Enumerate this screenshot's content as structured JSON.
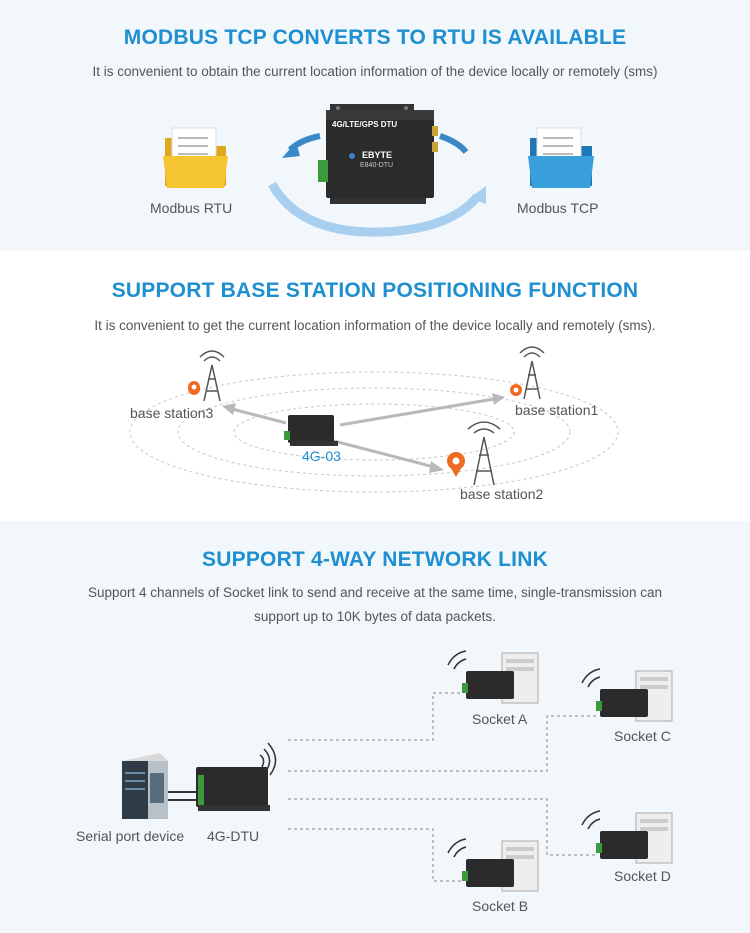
{
  "modbus": {
    "title": "MODBUS TCP CONVERTS TO RTU IS AVAILABLE",
    "subtitle": "It is convenient to obtain the current location information of the device locally or remotely (sms)",
    "left_label": "Modbus RTU",
    "right_label": "Modbus TCP",
    "device_line1": "4G/LTE/GPS DTU",
    "device_brand": "EBYTE",
    "device_model": "E840-DTU"
  },
  "positioning": {
    "title": "SUPPORT BASE STATION POSITIONING FUNCTION",
    "subtitle": "It is convenient to get the current location information of the device locally and remotely (sms).",
    "station1": "base station1",
    "station2": "base station2",
    "station3": "base station3",
    "device_label": "4G-03"
  },
  "network": {
    "title": "SUPPORT 4-WAY NETWORK LINK",
    "subtitle_line1": "Support 4 channels of Socket link to send and receive at the same time, single-transmission can",
    "subtitle_line2": "support up to 10K bytes of data packets.",
    "socket_a": "Socket A",
    "socket_b": "Socket B",
    "socket_c": "Socket C",
    "socket_d": "Socket D",
    "serial_device": "Serial port device",
    "dtu": "4G-DTU"
  },
  "colors": {
    "accent": "#1e8fd0",
    "pin": "#ef6a22",
    "folder_yellow": "#f4c531",
    "folder_blue": "#3aa0dc"
  }
}
